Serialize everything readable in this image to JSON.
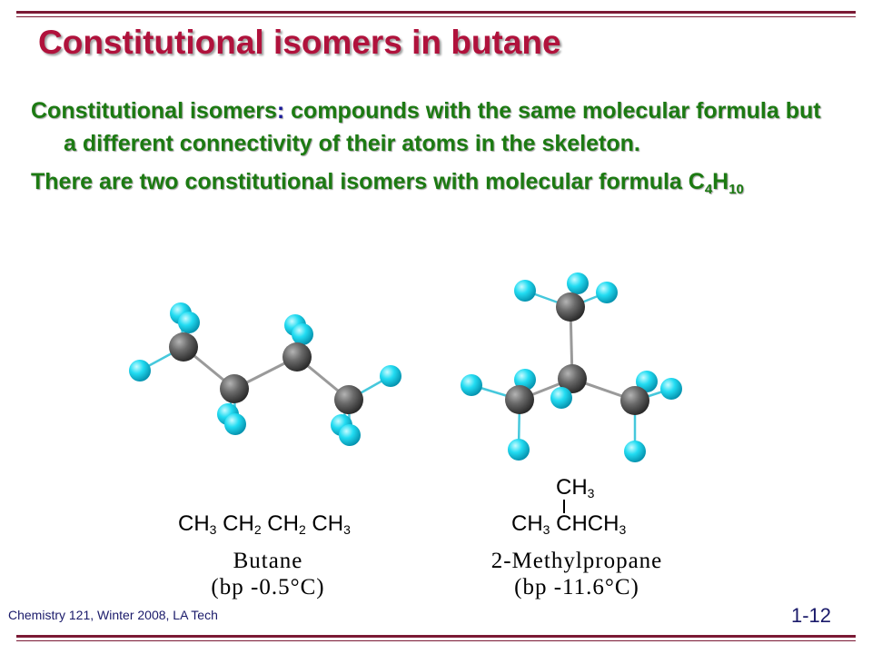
{
  "slide": {
    "title": "Constitutional isomers in butane",
    "definition": {
      "term": "Constitutional isomers",
      "colon": ":",
      "body": " compounds with the same molecular formula but a different connectivity of their atoms in the skeleton."
    },
    "second_point": {
      "text": "There are two constitutional isomers with molecular formula C",
      "c_subscript": "4",
      "h": "H",
      "h_subscript": "10"
    },
    "butane": {
      "formula": [
        {
          "group": "CH",
          "sub": "3"
        },
        {
          "group": "CH",
          "sub": "2"
        },
        {
          "group": "CH",
          "sub": "2"
        },
        {
          "group": "CH",
          "sub": "3"
        }
      ],
      "name": "Butane",
      "bp": "(bp -0.5°C)"
    },
    "methylpropane": {
      "branch": {
        "group": "CH",
        "sub": "3"
      },
      "formula": [
        {
          "group": "CH",
          "sub": "3"
        },
        {
          "group": "CHCH",
          "sub": "3"
        }
      ],
      "name": "2-Methylpropane",
      "bp": "(bp -11.6°C)"
    },
    "footer_left": "Chemistry 121, Winter 2008, LA Tech",
    "footer_right": "1-12"
  },
  "colors": {
    "title": "#b0123c",
    "bullet_text": "#1c7a12",
    "accent": "#1a1a9a",
    "rule": "#7b1a35",
    "carbon": "#555555",
    "hydrogen": "#14d4ec"
  }
}
